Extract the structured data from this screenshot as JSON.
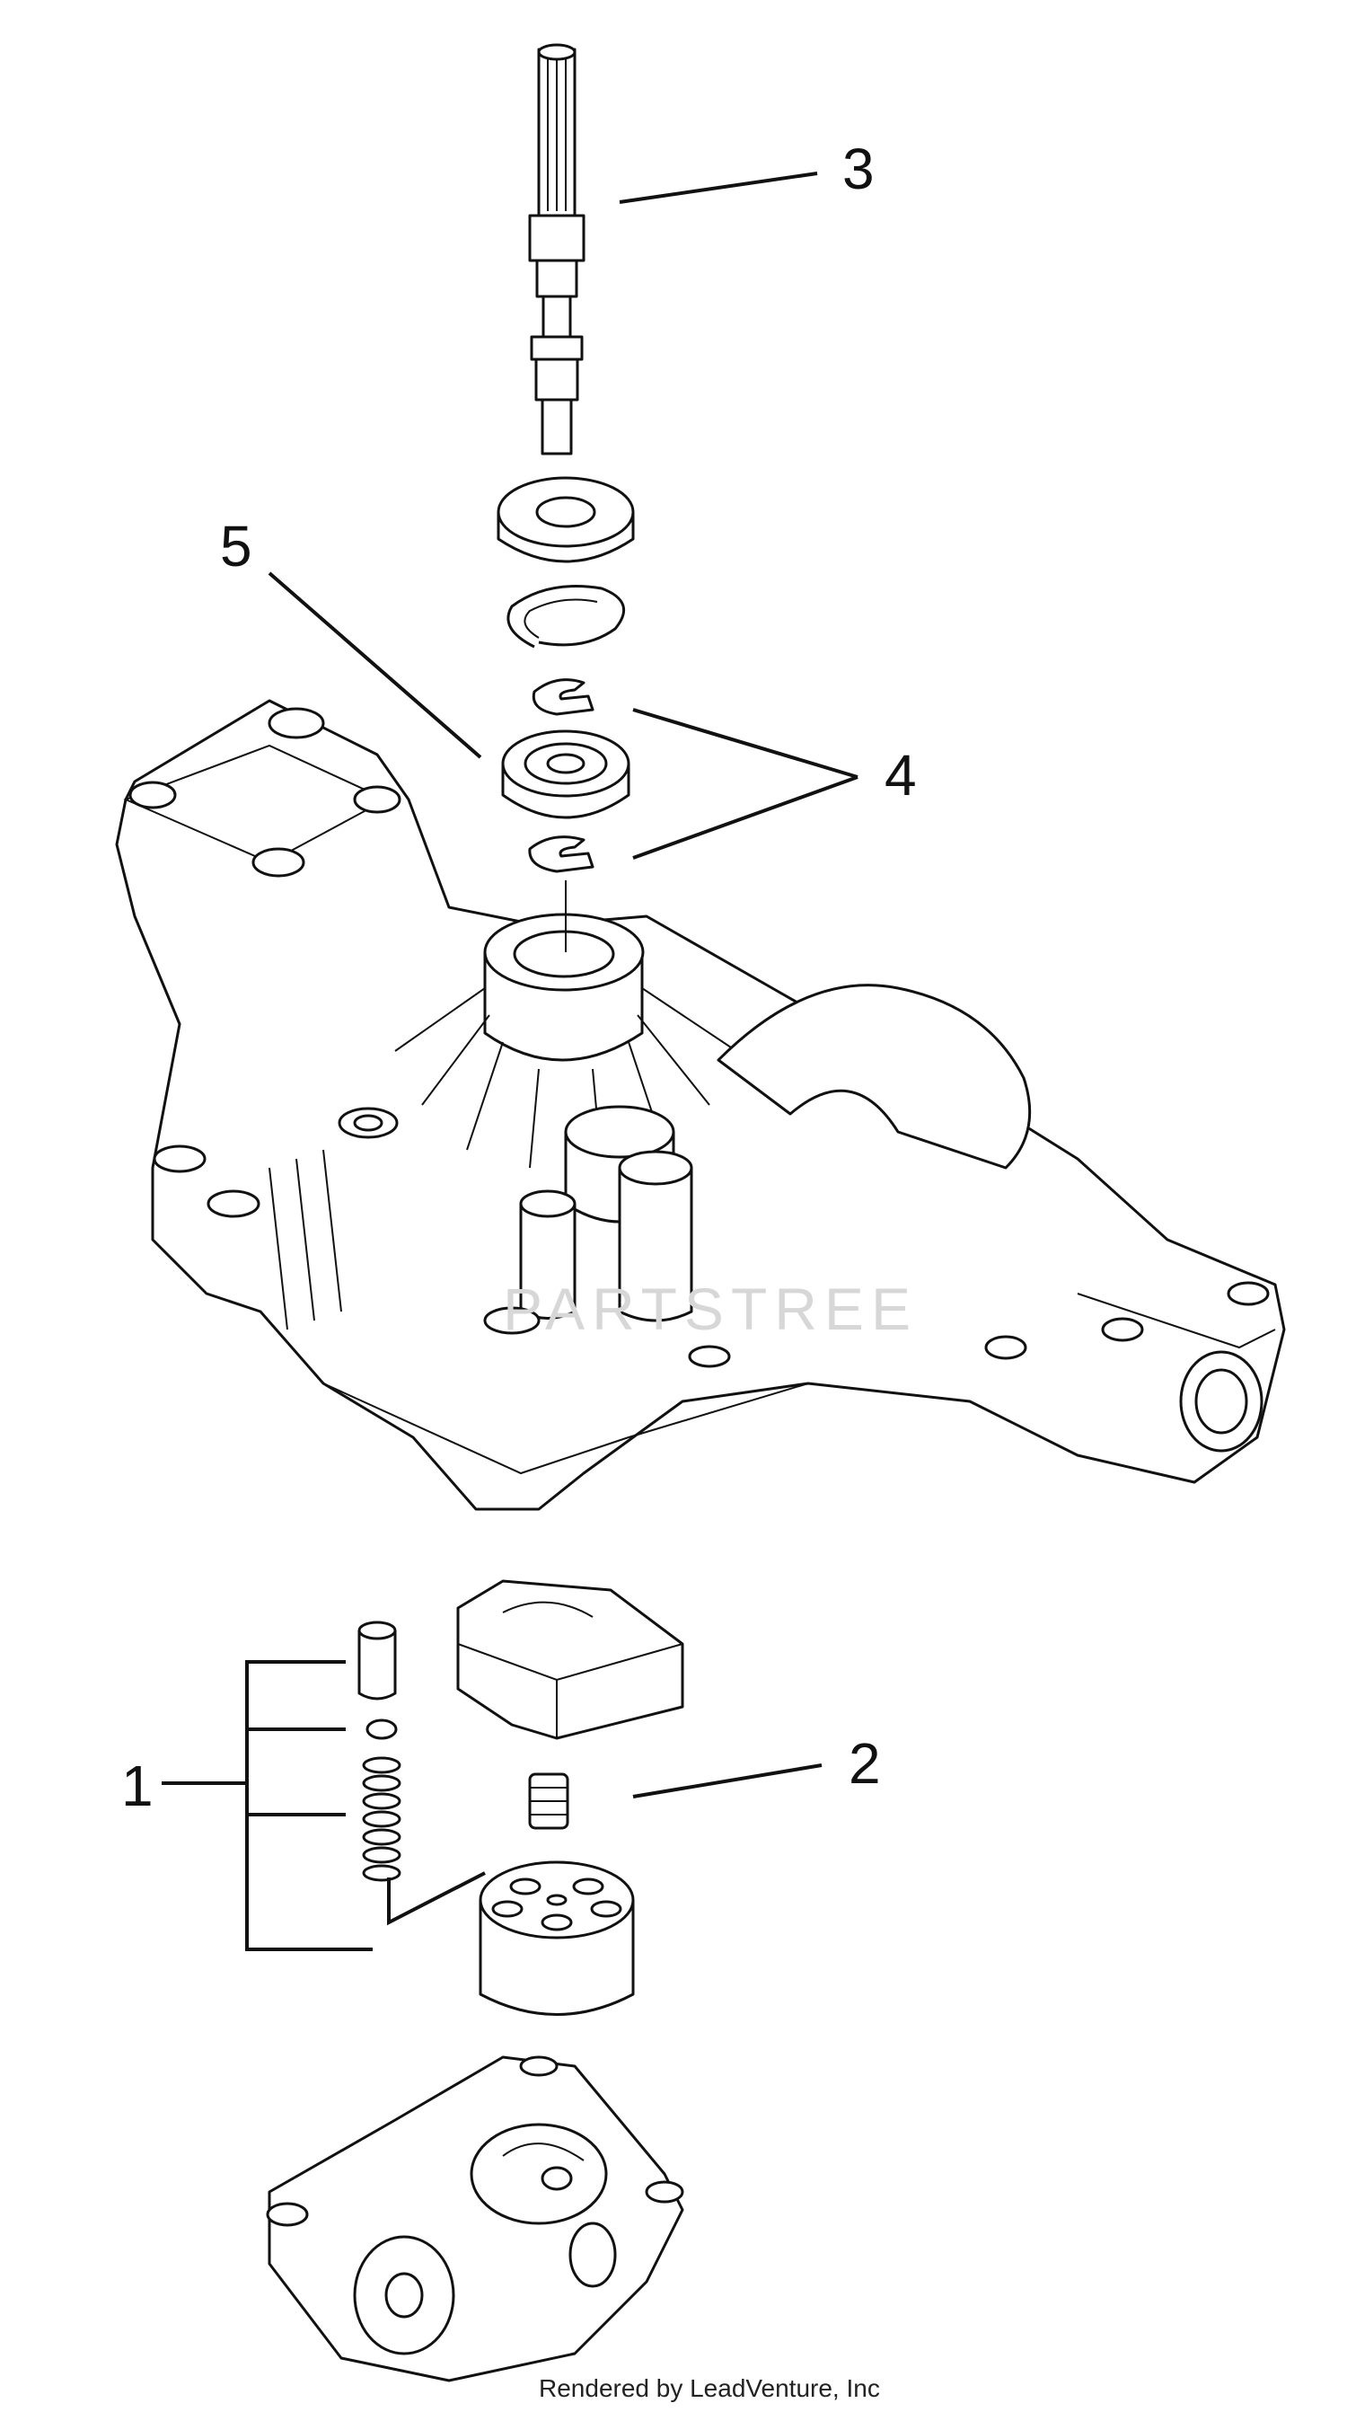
{
  "callouts": [
    {
      "id": "1",
      "label": "1"
    },
    {
      "id": "2",
      "label": "2"
    },
    {
      "id": "3",
      "label": "3"
    },
    {
      "id": "4",
      "label": "4"
    },
    {
      "id": "5",
      "label": "5"
    }
  ],
  "watermark": "PARTSTREE",
  "credit": "Rendered by LeadVenture, Inc"
}
